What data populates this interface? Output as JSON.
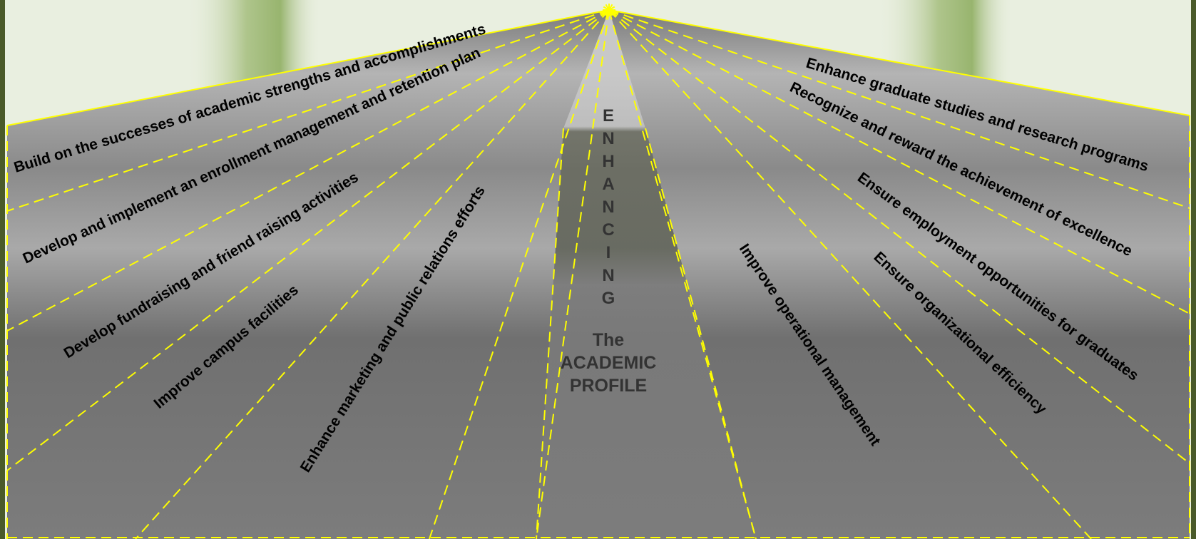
{
  "center": {
    "vertical_word": [
      "E",
      "N",
      "H",
      "A",
      "N",
      "C",
      "I",
      "N",
      "G"
    ],
    "lines": [
      "The",
      "ACADEMIC",
      "PROFILE"
    ]
  },
  "rays": [
    {
      "id": "ray-academic-strengths",
      "label": "Build on the successes  of academic strengths and accomplishments"
    },
    {
      "id": "ray-enrollment",
      "label": "Develop and implement an enrollment management and retention plan"
    },
    {
      "id": "ray-fundraising",
      "label": "Develop fundraising  and friend raising  activities"
    },
    {
      "id": "ray-campus-facilities",
      "label": "Improve campus facilities"
    },
    {
      "id": "ray-marketing",
      "label": "Enhance marketing and public relations efforts"
    },
    {
      "id": "ray-operational",
      "label": "Improve operational management"
    },
    {
      "id": "ray-organizational",
      "label": "Ensure organizational efficiency"
    },
    {
      "id": "ray-employment",
      "label": "Ensure employment opportunities for graduates"
    },
    {
      "id": "ray-excellence",
      "label": "Recognize and reward the achievement of excellence"
    },
    {
      "id": "ray-graduate-studies",
      "label": "Enhance graduate studies and research programs"
    }
  ],
  "colors": {
    "ray_line": "#ffff00",
    "sky": "#e9efe0",
    "frame": "#4a5a2a",
    "label_text": "#000000",
    "center_text": "#333333"
  }
}
